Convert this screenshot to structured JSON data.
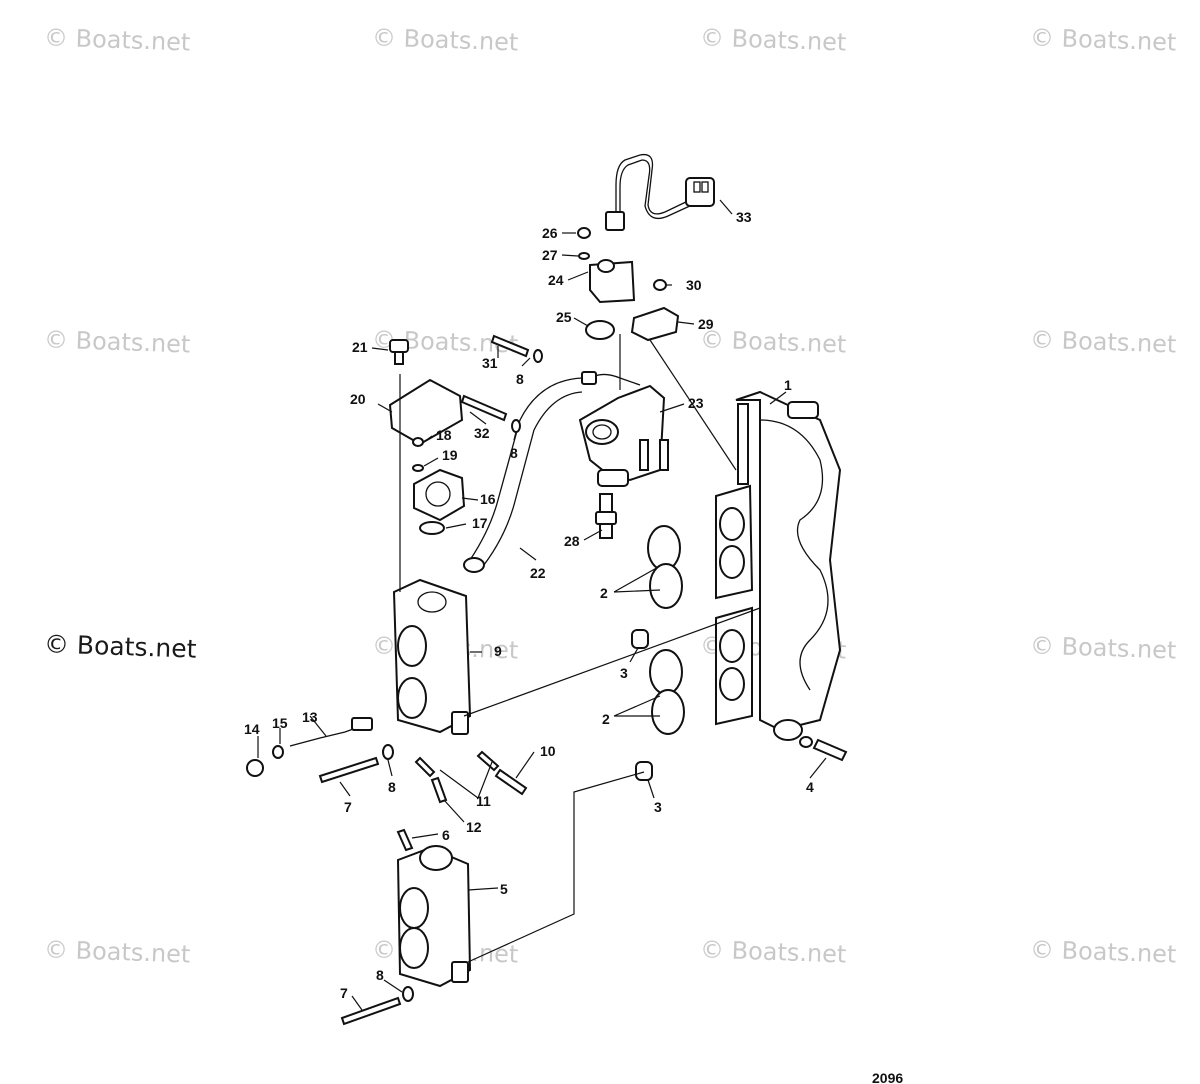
{
  "watermark": "© Boats.net",
  "figure_number": "2096",
  "callouts": {
    "c1": "1",
    "c2a": "2",
    "c2b": "2",
    "c3a": "3",
    "c3b": "3",
    "c4": "4",
    "c5": "5",
    "c6": "6",
    "c7a": "7",
    "c7b": "7",
    "c8a": "8",
    "c8b": "8",
    "c8c": "8",
    "c8d": "8",
    "c9": "9",
    "c10": "10",
    "c11": "11",
    "c12": "12",
    "c13": "13",
    "c14": "14",
    "c15": "15",
    "c16": "16",
    "c17": "17",
    "c18": "18",
    "c19": "19",
    "c20": "20",
    "c21": "21",
    "c22": "22",
    "c23": "23",
    "c24": "24",
    "c25": "25",
    "c26": "26",
    "c27": "27",
    "c28": "28",
    "c29": "29",
    "c30": "30",
    "c31": "31",
    "c32": "32",
    "c33": "33"
  }
}
